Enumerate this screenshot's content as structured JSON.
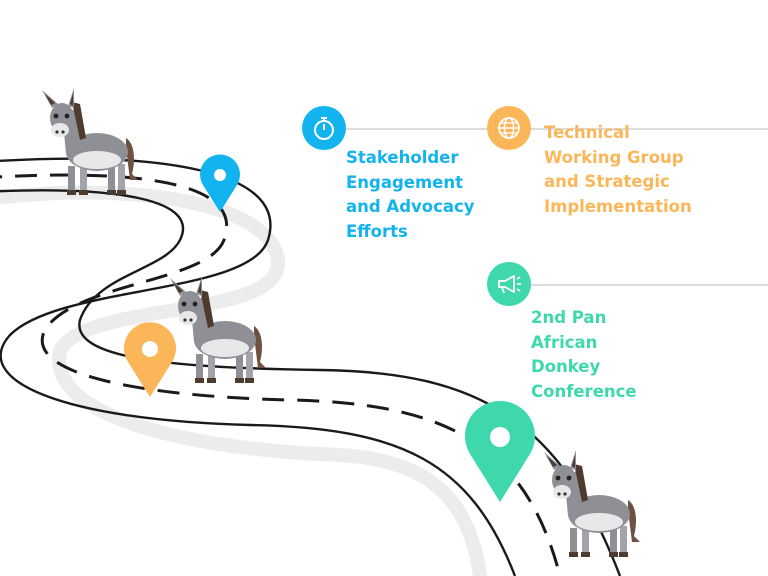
{
  "colors": {
    "blue": "#12b3ee",
    "orange": "#fbb65a",
    "green": "#3fd8ac",
    "road_line": "#1a1a1a",
    "road_shadow": "#ececec",
    "connector": "#dcdcdc"
  },
  "milestones": [
    {
      "label": "Stakeholder\nEngagement\nand Advocacy\nEfforts",
      "icon": "stopwatch-icon",
      "color": "#12b3ee"
    },
    {
      "label": "Technical\nWorking Group\nand Strategic\nImplementation",
      "icon": "globe-icon",
      "color": "#fbb65a"
    },
    {
      "label": "2nd Pan\nAfrican\nDonkey\nConference",
      "icon": "megaphone-icon",
      "color": "#3fd8ac"
    }
  ],
  "map_pins": [
    {
      "name": "blue-pin",
      "color": "#12b3ee"
    },
    {
      "name": "orange-pin",
      "color": "#fbb65a"
    },
    {
      "name": "green-pin",
      "color": "#3fd8ac"
    }
  ],
  "illustrations": [
    "donkey",
    "donkey",
    "donkey"
  ]
}
